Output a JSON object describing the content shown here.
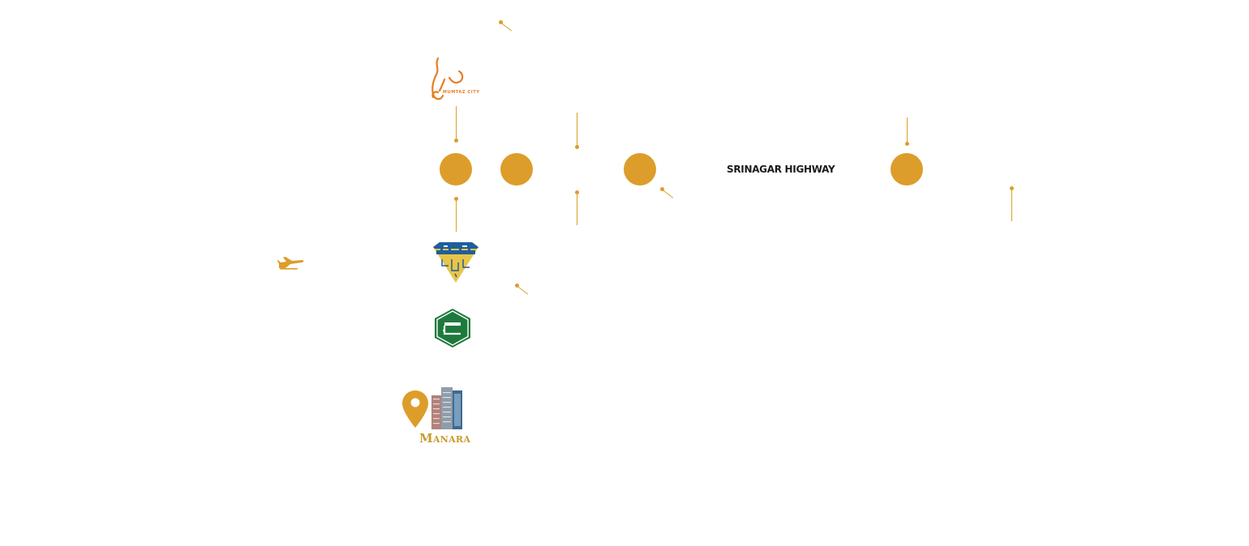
{
  "colors": {
    "accent_gold": "#DD9D2A",
    "mumtaz_orange": "#E67E22",
    "manara_gold": "#C99A2E",
    "emblem_blue": "#1F5E9E",
    "emblem_yellow": "#E8C547",
    "green_emblem": "#1E7A3C",
    "road_text": "#1b1b1b"
  },
  "map": {
    "road_label": "SRINAGAR HIGHWAY",
    "landmarks": [
      {
        "name": "mumtaz-city",
        "text": "MUMTAZ CITY",
        "icon": "mumtaz-city-logo"
      },
      {
        "name": "diamond-emblem",
        "icon": "blue-yellow-diamond-logo"
      },
      {
        "name": "green-hexagon-emblem",
        "icon": "green-hexagon-logo"
      },
      {
        "name": "manara",
        "text": "Manara",
        "icon": "location-pin-icon"
      },
      {
        "name": "airport",
        "icon": "airplane-icon"
      }
    ]
  }
}
